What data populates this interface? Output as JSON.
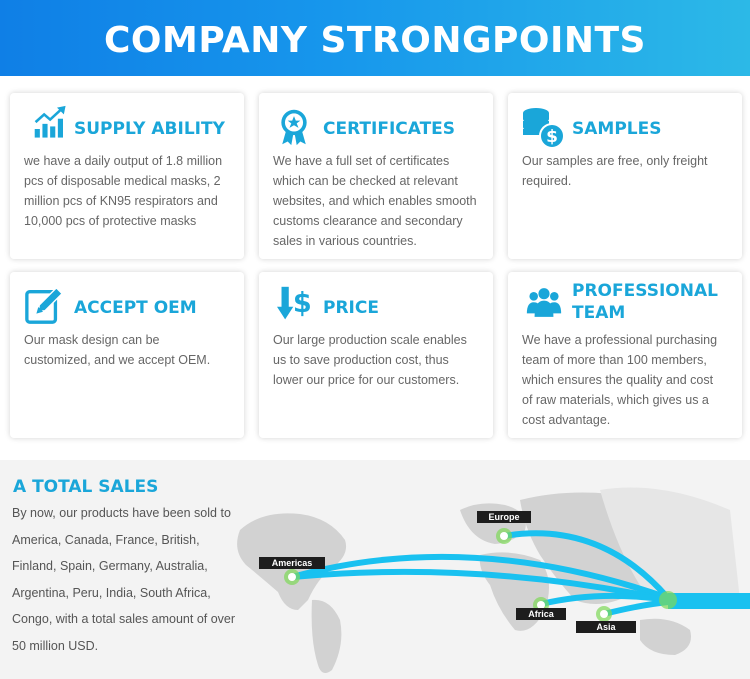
{
  "banner": {
    "title": "COMPANY STRONGPOINTS"
  },
  "cards": [
    {
      "icon": "bar-chart-up-icon",
      "title": "SUPPLY ABILITY",
      "lines": [
        "we have a daily output of 1.8 million",
        "pcs of disposable medical masks, 2",
        "million pcs of KN95 respirators and",
        "10,000 pcs of protective masks"
      ]
    },
    {
      "icon": "award-ribbon-icon",
      "title": "CERTIFICATES",
      "lines": [
        "We have a full set of certificates",
        "which can be checked at relevant",
        "websites, and which enables smooth",
        "customs clearance and secondary",
        "sales in various countries."
      ]
    },
    {
      "icon": "coins-dollar-icon",
      "title": "SAMPLES",
      "lines": [
        "Our samples are free, only freight",
        "required."
      ]
    },
    {
      "icon": "edit-pencil-icon",
      "title": "ACCEPT OEM",
      "lines": [
        "Our mask design can be",
        "customized, and we accept OEM."
      ]
    },
    {
      "icon": "price-down-arrows-icon",
      "title": "PRICE",
      "lines": [
        "Our large production scale enables",
        "us to save production cost, thus",
        "lower our price for our customers."
      ]
    },
    {
      "icon": "team-people-icon",
      "title_lines": [
        "PROFESSIONAL",
        "TEAM"
      ],
      "lines": [
        "We have a professional purchasing",
        "team of more than 100 members,",
        "which ensures the quality and cost",
        "of raw materials, which gives us a",
        "cost advantage."
      ]
    }
  ],
  "sales": {
    "title": "A TOTAL SALES",
    "lines": [
      "By now, our products have been sold to",
      "America, Canada, France, British,",
      "Finland, Spain, Germany, Australia,",
      "Argentina, Peru, India, South Africa,",
      "Congo, with a total sales amount of over",
      "50 million USD."
    ]
  },
  "map": {
    "regions": [
      "Europe",
      "Americas",
      "Africa",
      "Asia"
    ],
    "colors": {
      "route": "#19c1f0",
      "marker": "#7ed957",
      "label_bg": "#1d1d1d"
    }
  }
}
